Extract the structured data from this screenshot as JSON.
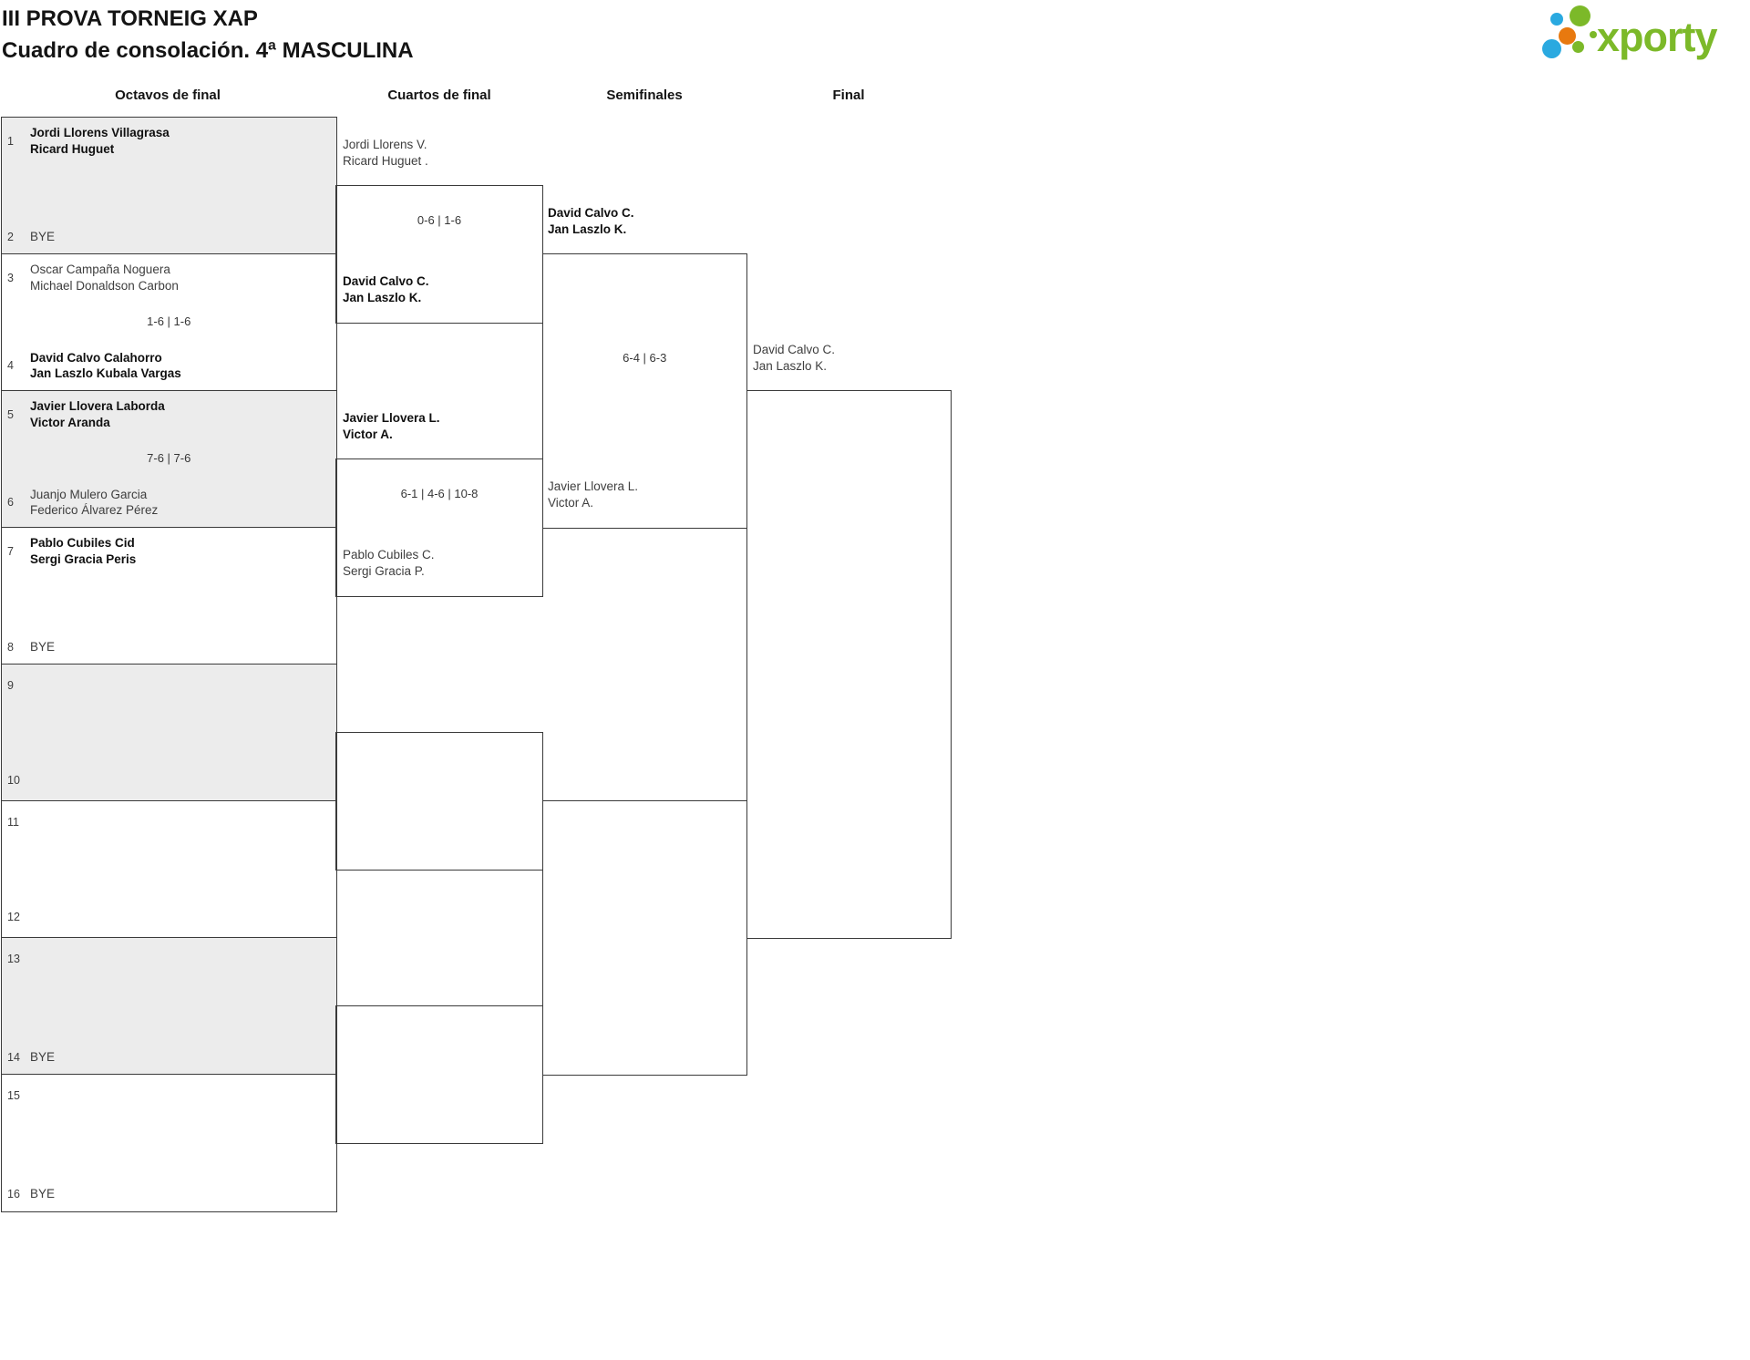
{
  "header": {
    "title_line1": "III PROVA TORNEIG XAP",
    "title_line2": "Cuadro de consolación. 4ª MASCULINA"
  },
  "logo": {
    "wordmark": "xporty",
    "green": "#7cb929",
    "blue": "#2aa9e0",
    "orange": "#e8790f"
  },
  "round_headers": [
    "Octavos de final",
    "Cuartos de final",
    "Semifinales",
    "Final"
  ],
  "octavos": {
    "matches": [
      {
        "score": "",
        "top": {
          "seed": "1",
          "name1": "Jordi Llorens Villagrasa",
          "name2": "Ricard Huguet",
          "bold": true
        },
        "bottom": {
          "seed": "2",
          "name1": "BYE",
          "name2": "",
          "bold": false
        }
      },
      {
        "score": "1-6 | 1-6",
        "top": {
          "seed": "3",
          "name1": "Oscar Campaña Noguera",
          "name2": "Michael Donaldson Carbon",
          "bold": false
        },
        "bottom": {
          "seed": "4",
          "name1": "David Calvo Calahorro",
          "name2": "Jan Laszlo Kubala Vargas",
          "bold": true
        }
      },
      {
        "score": "7-6 | 7-6",
        "top": {
          "seed": "5",
          "name1": "Javier Llovera Laborda",
          "name2": "Victor Aranda",
          "bold": true
        },
        "bottom": {
          "seed": "6",
          "name1": "Juanjo Mulero Garcia",
          "name2": "Federico Álvarez Pérez",
          "bold": false
        }
      },
      {
        "score": "",
        "top": {
          "seed": "7",
          "name1": "Pablo Cubiles Cid",
          "name2": "Sergi Gracia Peris",
          "bold": true
        },
        "bottom": {
          "seed": "8",
          "name1": "BYE",
          "name2": "",
          "bold": false
        }
      },
      {
        "score": "",
        "top": {
          "seed": "9",
          "name1": "",
          "name2": "",
          "bold": false
        },
        "bottom": {
          "seed": "10",
          "name1": "",
          "name2": "",
          "bold": false
        }
      },
      {
        "score": "",
        "top": {
          "seed": "11",
          "name1": "",
          "name2": "",
          "bold": false
        },
        "bottom": {
          "seed": "12",
          "name1": "",
          "name2": "",
          "bold": false
        }
      },
      {
        "score": "",
        "top": {
          "seed": "13",
          "name1": "",
          "name2": "",
          "bold": false
        },
        "bottom": {
          "seed": "14",
          "name1": "BYE",
          "name2": "",
          "bold": false
        }
      },
      {
        "score": "",
        "top": {
          "seed": "15",
          "name1": "",
          "name2": "",
          "bold": false
        },
        "bottom": {
          "seed": "16",
          "name1": "BYE",
          "name2": "",
          "bold": false
        }
      }
    ]
  },
  "cuartos": {
    "matches": [
      {
        "score": "0-6 | 1-6",
        "top": {
          "name1": "Jordi Llorens V.",
          "name2": "Ricard Huguet .",
          "bold": false
        },
        "bottom": {
          "name1": "David Calvo C.",
          "name2": "Jan Laszlo K.",
          "bold": true
        }
      },
      {
        "score": "6-1 | 4-6 | 10-8",
        "top": {
          "name1": "Javier Llovera L.",
          "name2": "Victor A.",
          "bold": true
        },
        "bottom": {
          "name1": "Pablo Cubiles C.",
          "name2": "Sergi Gracia P.",
          "bold": false
        }
      }
    ]
  },
  "semifinales": {
    "matches": [
      {
        "score": "6-4 | 6-3",
        "top": {
          "name1": "David Calvo C.",
          "name2": "Jan Laszlo K.",
          "bold": true
        },
        "bottom": {
          "name1": "Javier Llovera L.",
          "name2": "Victor A.",
          "bold": false
        }
      }
    ]
  },
  "final": {
    "team1": {
      "name1": "David Calvo C.",
      "name2": "Jan Laszlo K.",
      "bold": false
    }
  }
}
